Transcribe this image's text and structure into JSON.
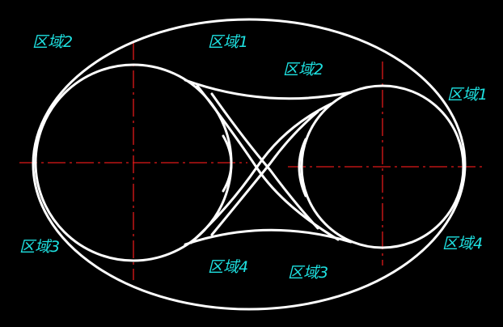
{
  "colors": {
    "background": "#000000",
    "outline": "#ffffff",
    "centerline": "#e01818",
    "label": "#1ee0e0"
  },
  "labels": {
    "outer_top_left": "区域2",
    "outer_top_center": "区域1",
    "inner_top": "区域2",
    "outer_right_top": "区域1",
    "outer_left_bottom": "区域3",
    "outer_bottom_center_left": "区域4",
    "inner_bottom": "区域3",
    "outer_right_bottom": "区域4"
  }
}
